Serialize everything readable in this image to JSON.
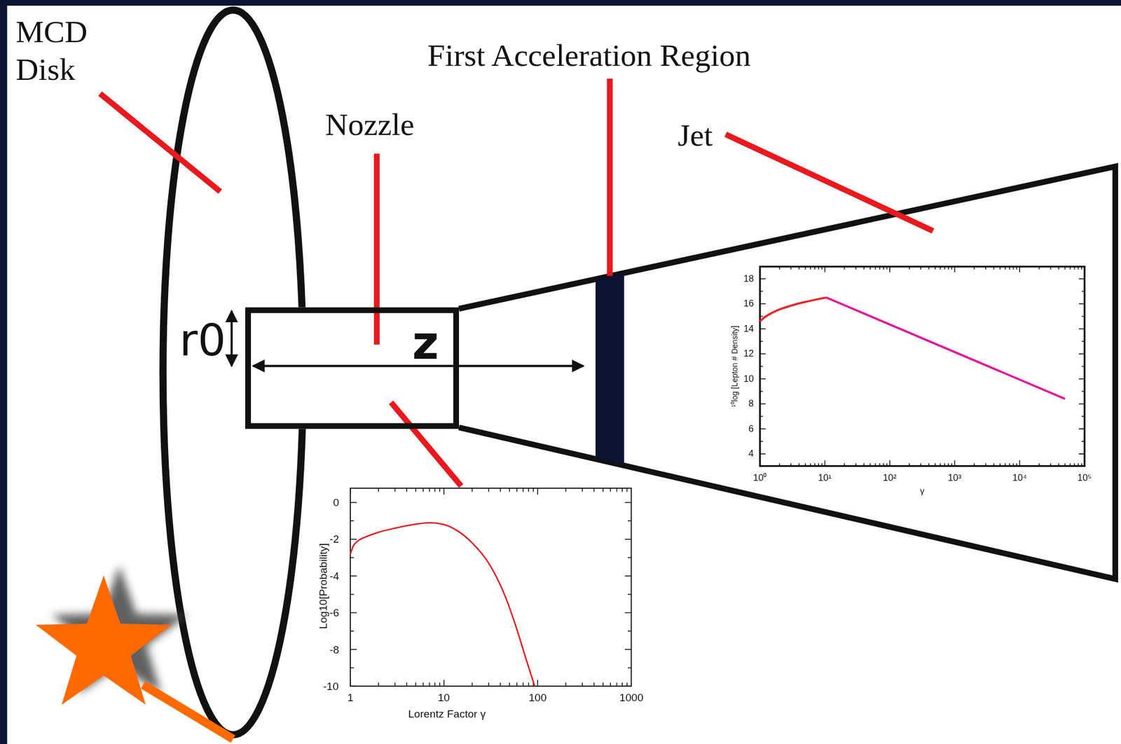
{
  "diagram": {
    "nodes": [
      {
        "text": [
          "z"
        ]
      }
    ],
    "labels": [
      "MCD Disk",
      "Nozzle",
      "First Acceleration Region",
      "Jet",
      "r0",
      "0",
      "-2",
      "-4",
      "-6",
      "-8",
      "-10",
      "1",
      "10",
      "100",
      "1000",
      "Lorentz Factor γ",
      "Log10[Probability]",
      "18",
      "16",
      "14",
      "12",
      "10",
      "8",
      "6",
      "4",
      "10⁰",
      "10¹",
      "10²",
      "10³",
      "10⁴",
      "10⁵",
      "γ",
      "¹⁰log [Lepton # Density]"
    ]
  }
}
